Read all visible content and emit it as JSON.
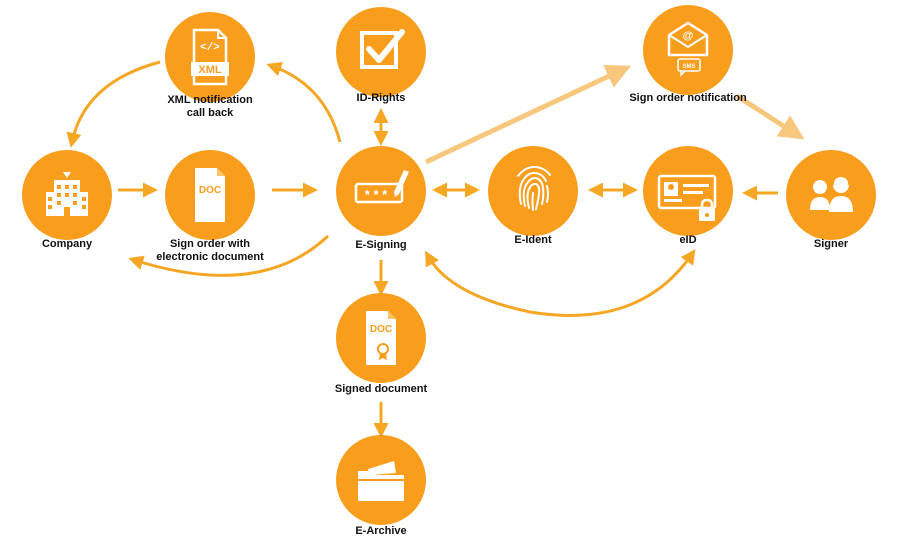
{
  "colors": {
    "node_fill": "#F99D1C",
    "arrow": "#F5A623",
    "arrow_light": "#F7C77E",
    "icon": "#FFFFFF",
    "text": "#111111"
  },
  "nodes": {
    "company": {
      "lines": [
        "Company"
      ],
      "icon": "office-building-icon"
    },
    "xml": {
      "lines": [
        "XML notification",
        "call back"
      ],
      "icon": "xml-document-icon"
    },
    "sign_order": {
      "lines": [
        "Sign order with",
        "electronic document"
      ],
      "icon": "doc-file-icon"
    },
    "id_rights": {
      "lines": [
        "ID-Rights"
      ],
      "icon": "checkbox-check-icon"
    },
    "esigning": {
      "lines": [
        "E-Signing"
      ],
      "icon": "password-pen-icon"
    },
    "eident": {
      "lines": [
        "E-Ident"
      ],
      "icon": "fingerprint-icon"
    },
    "eid": {
      "lines": [
        "eID"
      ],
      "icon": "id-card-lock-icon"
    },
    "signer": {
      "lines": [
        "Signer"
      ],
      "icon": "two-people-icon"
    },
    "notification": {
      "lines": [
        "Sign order notification"
      ],
      "icon": "email-sms-icon"
    },
    "signed_doc": {
      "lines": [
        "Signed document"
      ],
      "icon": "signed-doc-icon"
    },
    "earchive": {
      "lines": [
        "E-Archive"
      ],
      "icon": "folder-icon"
    }
  },
  "icon_text": {
    "xml_code": "</>",
    "xml_label": "XML",
    "doc": "DOC",
    "password": "* * *",
    "email_at": "@",
    "sms": "SMS"
  },
  "edges": [
    {
      "from": "company",
      "to": "sign_order",
      "direction": "forward"
    },
    {
      "from": "sign_order",
      "to": "esigning",
      "direction": "forward"
    },
    {
      "from": "esigning",
      "to": "company",
      "direction": "forward",
      "style": "curve"
    },
    {
      "from": "esigning",
      "to": "xml",
      "direction": "forward",
      "style": "curve"
    },
    {
      "from": "xml",
      "to": "company",
      "direction": "forward",
      "style": "curve"
    },
    {
      "from": "esigning",
      "to": "id_rights",
      "direction": "both"
    },
    {
      "from": "esigning",
      "to": "notification",
      "direction": "forward",
      "style": "light"
    },
    {
      "from": "notification",
      "to": "signer",
      "direction": "forward",
      "style": "light"
    },
    {
      "from": "esigning",
      "to": "eident",
      "direction": "both"
    },
    {
      "from": "eident",
      "to": "eid",
      "direction": "both"
    },
    {
      "from": "signer",
      "to": "eid",
      "direction": "forward"
    },
    {
      "from": "eid",
      "to": "esigning",
      "direction": "both",
      "style": "curve"
    },
    {
      "from": "esigning",
      "to": "signed_doc",
      "direction": "forward"
    },
    {
      "from": "signed_doc",
      "to": "earchive",
      "direction": "forward"
    }
  ]
}
